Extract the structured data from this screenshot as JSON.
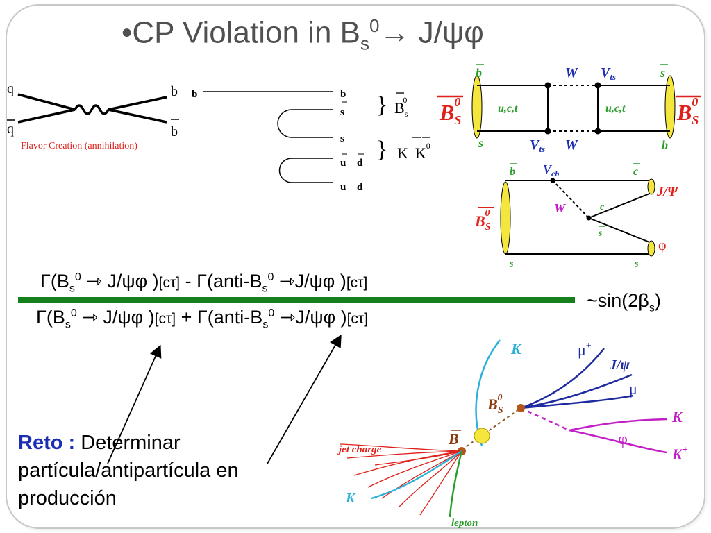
{
  "slide": {
    "title_prefix": "•CP Violation in B",
    "title_sub": "s",
    "title_sup": "0",
    "title_arrow": "→",
    "title_suffix": " J/ψφ"
  },
  "flavor": {
    "q_top": "q",
    "q_bottom": "q",
    "b_top": "b",
    "b_bottom": "b",
    "caption": "Flavor Creation (annihilation)"
  },
  "quark_lines": {
    "b_left": "b",
    "b_right": "b",
    "s": "s",
    "s2": "s",
    "u": "u",
    "d": "d",
    "u2": "u",
    "d2": "d",
    "bs_label": "B",
    "bs_sub": "s",
    "bs_sup": "0",
    "kk_label": "K",
    "kk_label2": "K",
    "kk_sup": "0"
  },
  "box_diagram": {
    "b_top_left": "b",
    "w_top": "W",
    "vts_top": "V",
    "vts_top_sub": "ts",
    "s_top_right": "s",
    "left_meson": "B",
    "left_meson_sub": "S",
    "left_meson_sup": "0",
    "loop_left": "u,c,t",
    "loop_right": "u,c,t",
    "right_meson": "B",
    "right_meson_sub": "S",
    "right_meson_sup": "0",
    "s_bottom_left": "s",
    "vts_bottom": "V",
    "vts_bottom_sub": "ts",
    "w_bottom": "W",
    "b_bottom_right": "b"
  },
  "decay_diagram": {
    "b_top": "b",
    "vcb": "V",
    "vcb_sub": "cb",
    "c_top": "c",
    "jpsi": "J/Ψ",
    "w": "W",
    "c_mid": "c",
    "s_mid": "s",
    "phi": "φ",
    "meson": "B",
    "meson_sub": "S",
    "meson_sup": "0",
    "s_left": "s",
    "s_right": "s"
  },
  "equation": {
    "num_a": "Γ(B",
    "num_a_sub": "s",
    "num_a_sup": "0",
    "num_b": " ⇾ J/ψφ )",
    "num_ct1": "[cτ]",
    "num_c": "  - Γ(anti-B",
    "num_c_sub": "s",
    "num_c_sup": "0",
    "num_d": " ⇾J/ψφ )",
    "num_ct2": "[cτ]",
    "den_a": "Γ(B",
    "den_a_sub": "s",
    "den_a_sup": "0",
    "den_b": " ⇾ J/ψφ )",
    "den_ct1": "[cτ]",
    "den_c": "  + Γ(anti-B",
    "den_c_sub": "s",
    "den_c_sup": "0",
    "den_d": " ⇾J/ψφ )",
    "den_ct2": "[cτ]",
    "result": "~sin(2β",
    "result_sub": "s",
    "result_end": ")"
  },
  "reto": {
    "keyword": "Reto :",
    "text": " Determinar partícula/antipartícula en producción"
  },
  "event": {
    "k_top": "K",
    "mu_plus": "μ",
    "mu_plus_sup": "+",
    "jpsi": "J/ψ",
    "mu_minus": "μ",
    "mu_minus_sup": "−",
    "bs": "B",
    "bs_sub": "S",
    "bs_sup": "0",
    "k_minus": "K",
    "k_minus_sup": "−",
    "phi": "φ",
    "k_plus": "K",
    "k_plus_sup": "+",
    "bbar": "B",
    "jet_charge": "jet charge",
    "k_left": "K",
    "lepton": "lepton"
  },
  "colors": {
    "green_line": "#15801c",
    "red_label": "#e0201a",
    "blue_label": "#1c2fb2",
    "green_label": "#2a9d2a",
    "yellow_fill": "#f4e63c",
    "magenta": "#c21fc6",
    "cyan": "#2bb0d8",
    "navy": "#1d2aa0"
  }
}
